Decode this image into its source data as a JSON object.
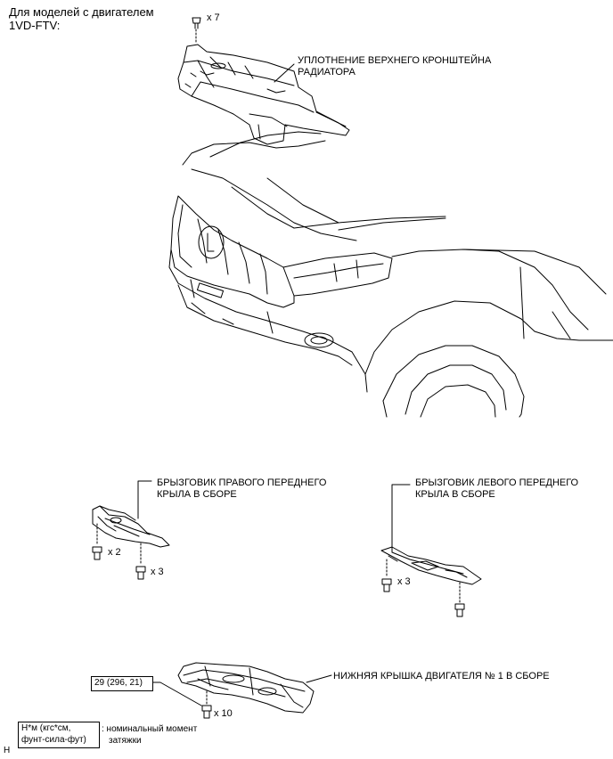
{
  "header": {
    "line1": "Для моделей с двигателем",
    "line2": "1VD-FTV:"
  },
  "parts": {
    "radiator_seal": {
      "line1": "УПЛОТНЕНИЕ ВЕРХНЕГО КРОНШТЕЙНА",
      "line2": "РАДИАТОРА",
      "qty": "x 7"
    },
    "right_splash": {
      "line1": "БРЫЗГОВИК ПРАВОГО ПЕРЕДНЕГО",
      "line2": "КРЫЛА В СБОРЕ",
      "qty_a": "x 2",
      "qty_b": "x 3"
    },
    "left_splash": {
      "line1": "БРЫЗГОВИК ЛЕВОГО ПЕРЕДНЕГО",
      "line2": "КРЫЛА В СБОРЕ",
      "qty": "x 3"
    },
    "engine_cover": {
      "label": "НИЖНЯЯ КРЫШКА ДВИГАТЕЛЯ № 1 В СБОРЕ",
      "qty": "x 10",
      "torque": "29 (296, 21)"
    }
  },
  "legend": {
    "box_line1": "Н*м (кгс*см,",
    "box_line2": "фунт-сила-фут)",
    "desc_line1": ": номинальный момент",
    "desc_line2": "затяжки"
  },
  "footer": {
    "mark": "H"
  }
}
